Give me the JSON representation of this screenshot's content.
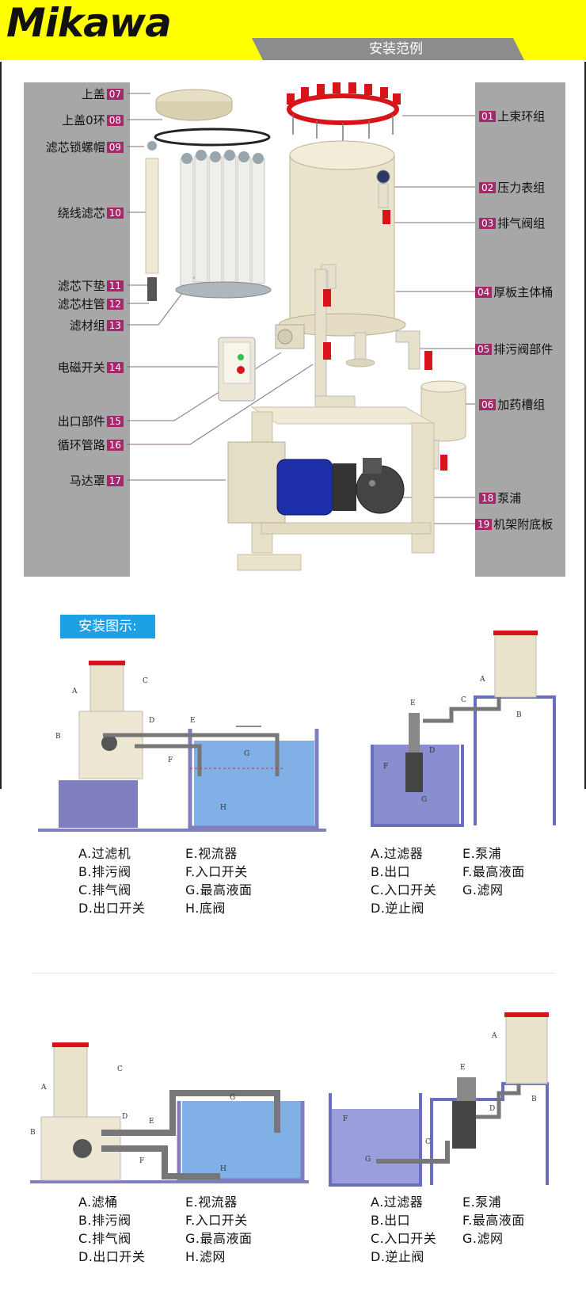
{
  "brand": {
    "logo": "Mikawa",
    "banner": "安装范例",
    "accent": "#ffff00",
    "label_color": "#a5296a"
  },
  "parts_left": [
    {
      "label": "上盖",
      "num": "07"
    },
    {
      "label": "上盖0环",
      "num": "08"
    },
    {
      "label": "滤芯锁螺帽",
      "num": "09"
    },
    {
      "label": "绕线滤芯",
      "num": "10"
    },
    {
      "label": "滤芯下垫",
      "num": "11"
    },
    {
      "label": "滤芯柱管",
      "num": "12"
    },
    {
      "label": "滤材组",
      "num": "13"
    },
    {
      "label": "电磁开关",
      "num": "14"
    },
    {
      "label": "出口部件",
      "num": "15"
    },
    {
      "label": "循环管路",
      "num": "16"
    },
    {
      "label": "马达罩",
      "num": "17"
    }
  ],
  "parts_right": [
    {
      "label": "上束环组",
      "num": "01"
    },
    {
      "label": "压力表组",
      "num": "02"
    },
    {
      "label": "排气阀组",
      "num": "03"
    },
    {
      "label": "厚板主体桶",
      "num": "04"
    },
    {
      "label": "排污阀部件",
      "num": "05"
    },
    {
      "label": "加药槽组",
      "num": "06"
    },
    {
      "label": "泵浦",
      "num": "18"
    },
    {
      "label": "机架附底板",
      "num": "19"
    }
  ],
  "install_title": "安装图示:",
  "diagram_letters": {
    "a": "A",
    "b": "B",
    "c": "C",
    "d": "D",
    "e": "E",
    "f": "F",
    "g": "G",
    "h": "H"
  },
  "legend1": {
    "col1": [
      "A.过滤机",
      "B.排污阀",
      "C.排气阀",
      "D.出口开关"
    ],
    "col2": [
      "E.视流器",
      "F.入口开关",
      "G.最高液面",
      "H.底阀"
    ]
  },
  "legend2": {
    "col1": [
      "A.过滤器",
      "B.出口",
      "C.入口开关",
      "D.逆止阀"
    ],
    "col2": [
      "E.泵浦",
      "F.最高液面",
      "G.滤网"
    ]
  },
  "legend3": {
    "col1": [
      "A.滤桶",
      "B.排污阀",
      "C.排气阀",
      "D.出口开关"
    ],
    "col2": [
      "E.视流器",
      "F.入口开关",
      "G.最高液面",
      "H.滤网"
    ]
  },
  "legend4": {
    "col1": [
      "A.过滤器",
      "B.出口",
      "C.入口开关",
      "D.逆止阀"
    ],
    "col2": [
      "E.泵浦",
      "F.最高液面",
      "G.滤网"
    ]
  }
}
